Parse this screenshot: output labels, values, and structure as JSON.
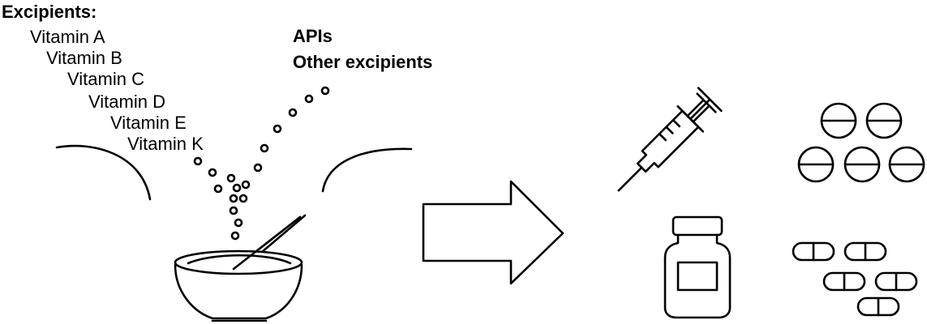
{
  "excipients": {
    "title": "Excipients:",
    "items": [
      "Vitamin A",
      "Vitamin B",
      "Vitamin C",
      "Vitamin D",
      "Vitamin E",
      "Vitamin K"
    ]
  },
  "other_inputs": {
    "items": [
      "APIs",
      "Other excipients"
    ]
  },
  "icons": {
    "mixing": "mixing-bowl-with-spoon",
    "process": "right-arrow",
    "outputs": [
      "syringe",
      "round-tablets",
      "medicine-bottle",
      "capsules"
    ]
  },
  "colors": {
    "stroke": "#000000",
    "background": "#ffffff"
  }
}
